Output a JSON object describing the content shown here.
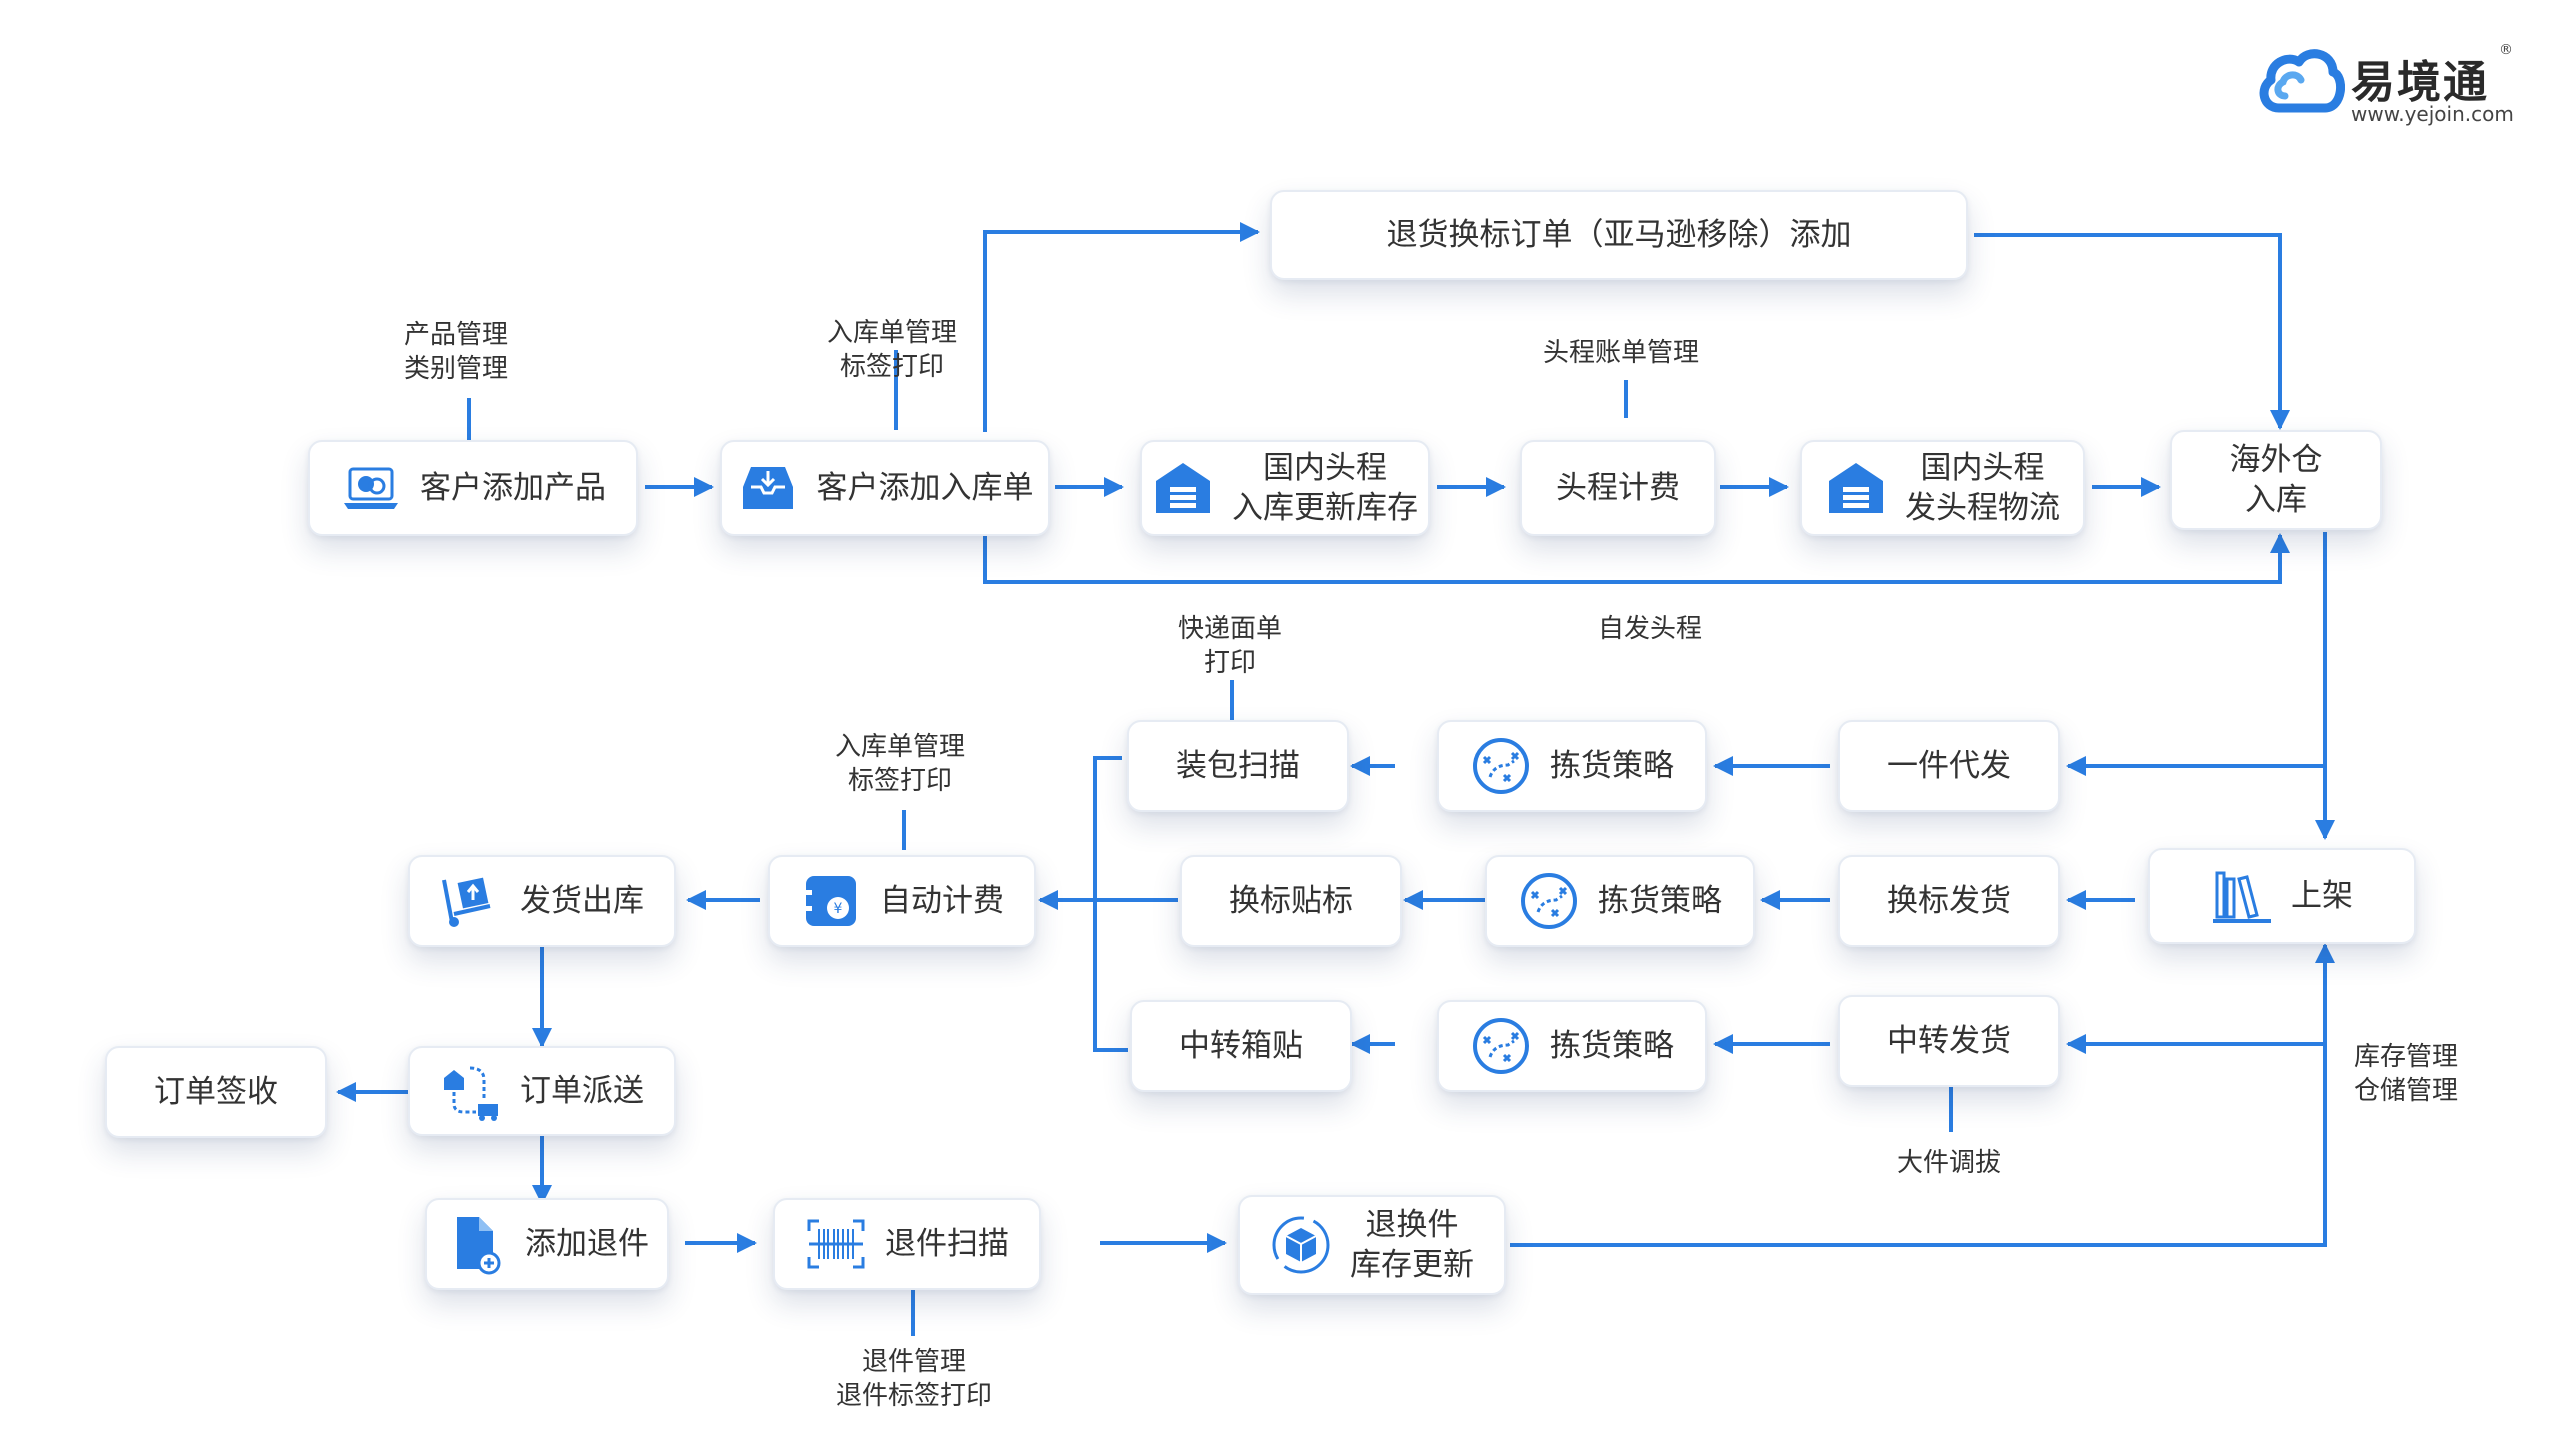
{
  "logo": {
    "brand": "易境通",
    "url": "www.yejoin.com",
    "reg": "®"
  },
  "boxes": {
    "add_product": "客户添加产品",
    "add_inbound": "客户添加入库单",
    "domestic_inbound": [
      "国内头程",
      "入库更新库存"
    ],
    "first_leg_billing": "头程计费",
    "domestic_ship": [
      "国内头程",
      "发头程物流"
    ],
    "overseas_inbound": [
      "海外仓",
      "入库"
    ],
    "return_relabel_order": "退货换标订单（亚马逊移除）添加",
    "pack_scan": "装包扫描",
    "pick_strategy_1": "拣货策略",
    "single_dropship": "一件代发",
    "auto_billing": "自动计费",
    "relabel": "换标贴标",
    "pick_strategy_2": "拣货策略",
    "relabel_ship": "换标发货",
    "shelve": "上架",
    "ship_out": "发货出库",
    "transfer_box_label": "中转箱贴",
    "pick_strategy_3": "拣货策略",
    "transfer_ship": "中转发货",
    "order_sign": "订单签收",
    "order_delivery": "订单派送",
    "add_return": "添加退件",
    "return_scan": "退件扫描",
    "return_exchange": [
      "退换件",
      "库存更新"
    ]
  },
  "notes": {
    "product_mgmt": [
      "产品管理",
      "类别管理"
    ],
    "inbound_mgmt_1": [
      "入库单管理",
      "标签打印"
    ],
    "first_leg_bill_mgmt": [
      "头程账单管理"
    ],
    "self_first_leg": [
      "自发头程"
    ],
    "express_print": [
      "快递面单",
      "打印"
    ],
    "inbound_mgmt_2": [
      "入库单管理",
      "标签打印"
    ],
    "inventory_mgmt": [
      "库存管理",
      "仓储管理"
    ],
    "large_transfer": [
      "大件调拔"
    ],
    "return_mgmt": [
      "退件管理",
      "退件标签打印"
    ]
  },
  "icons": {
    "add_product": "laptop-payment-icon",
    "add_inbound": "inbox-download-icon",
    "domestic_inbound": "warehouse-icon",
    "domestic_ship": "warehouse-icon",
    "pick_strategy": "strategy-play-icon",
    "auto_billing": "wallet-yuan-icon",
    "shelve": "books-shelf-icon",
    "ship_out": "hand-truck-icon",
    "order_delivery": "delivery-route-icon",
    "add_return": "document-add-icon",
    "return_scan": "barcode-scan-icon",
    "return_exchange": "cube-refresh-icon"
  },
  "colors": {
    "accent": "#2a7de1",
    "text": "#333333",
    "border": "#e6ebf3"
  }
}
